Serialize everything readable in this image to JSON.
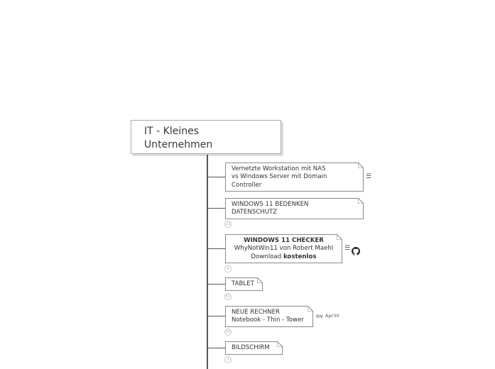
{
  "root": {
    "title_line1": "IT - Kleines",
    "title_line2": "Unternehmen"
  },
  "nodes": [
    {
      "lines": [
        "Vernetzte Workstation mit NAS",
        "vs Windows Server mit Domain",
        "Controller"
      ]
    },
    {
      "lines": [
        "WINDOWS 11 BEDENKEN",
        "DATENSCHUTZ"
      ],
      "count": "23"
    },
    {
      "title": "WINDOWS 11 CHECKER",
      "line2": "WhyNotWin11 von Robert Maehl",
      "line3_prefix": "Download ",
      "line3_bold": "kostenlos",
      "count": "4"
    },
    {
      "lines": [
        "TABLET"
      ],
      "count": "51"
    },
    {
      "lines": [
        "NEUE RECHNER",
        "Notebook - Thin - Tower"
      ],
      "count": "20",
      "tag_user": "RN",
      "tag_date": "Apr30"
    },
    {
      "lines": [
        "BILDSCHIRM"
      ],
      "count": "3"
    }
  ],
  "icons": {
    "note": "note-lines-icon",
    "github": "github-icon"
  },
  "colors": {
    "connector": "#555555",
    "border": "#8a8a8a"
  }
}
